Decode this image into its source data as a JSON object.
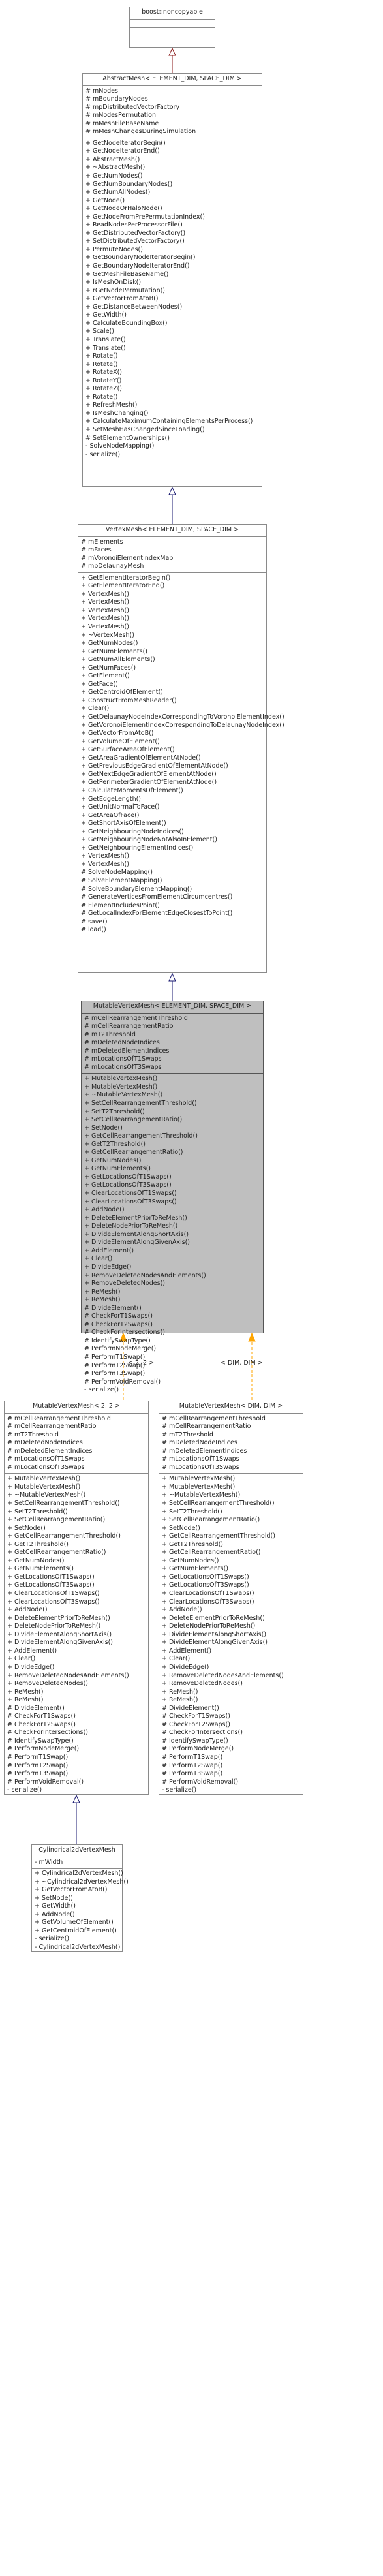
{
  "classes": {
    "noncopyable": {
      "title": "boost::noncopyable",
      "attributes": [],
      "methods": []
    },
    "abstract_mesh": {
      "title": "AbstractMesh< ELEMENT_DIM, SPACE_DIM >",
      "attributes": [
        "# mNodes",
        "# mBoundaryNodes",
        "# mpDistributedVectorFactory",
        "# mNodesPermutation",
        "# mMeshFileBaseName",
        "# mMeshChangesDuringSimulation"
      ],
      "methods": [
        "+ GetNodeIteratorBegin()",
        "+ GetNodeIteratorEnd()",
        "+ AbstractMesh()",
        "+ ~AbstractMesh()",
        "+ GetNumNodes()",
        "+ GetNumBoundaryNodes()",
        "+ GetNumAllNodes()",
        "+ GetNode()",
        "+ GetNodeOrHaloNode()",
        "+ GetNodeFromPrePermutationIndex()",
        "+ ReadNodesPerProcessorFile()",
        "+ GetDistributedVectorFactory()",
        "+ SetDistributedVectorFactory()",
        "+ PermuteNodes()",
        "+ GetBoundaryNodeIteratorBegin()",
        "+ GetBoundaryNodeIteratorEnd()",
        "+ GetMeshFileBaseName()",
        "+ IsMeshOnDisk()",
        "+ rGetNodePermutation()",
        "+ GetVectorFromAtoB()",
        "+ GetDistanceBetweenNodes()",
        "+ GetWidth()",
        "+ CalculateBoundingBox()",
        "+ Scale()",
        "+ Translate()",
        "+ Translate()",
        "+ Rotate()",
        "+ Rotate()",
        "+ RotateX()",
        "+ RotateY()",
        "+ RotateZ()",
        "+ Rotate()",
        "+ RefreshMesh()",
        "+ IsMeshChanging()",
        "+ CalculateMaximumContainingElementsPerProcess()",
        "+ SetMeshHasChangedSinceLoading()",
        "# SetElementOwnerships()",
        "- SolveNodeMapping()",
        "- serialize()"
      ]
    },
    "vertex_mesh": {
      "title": "VertexMesh< ELEMENT_DIM, SPACE_DIM >",
      "attributes": [
        "# mElements",
        "# mFaces",
        "# mVoronoiElementIndexMap",
        "# mpDelaunayMesh"
      ],
      "methods": [
        "+ GetElementIteratorBegin()",
        "+ GetElementIteratorEnd()",
        "+ VertexMesh()",
        "+ VertexMesh()",
        "+ VertexMesh()",
        "+ VertexMesh()",
        "+ VertexMesh()",
        "+ ~VertexMesh()",
        "+ GetNumNodes()",
        "+ GetNumElements()",
        "+ GetNumAllElements()",
        "+ GetNumFaces()",
        "+ GetElement()",
        "+ GetFace()",
        "+ GetCentroidOfElement()",
        "+ ConstructFromMeshReader()",
        "+ Clear()",
        "+ GetDelaunayNodeIndexCorrespondingToVoronoiElementIndex()",
        "+ GetVoronoiElementIndexCorrespondingToDelaunayNodeIndex()",
        "+ GetVectorFromAtoB()",
        "+ GetVolumeOfElement()",
        "+ GetSurfaceAreaOfElement()",
        "+ GetAreaGradientOfElementAtNode()",
        "+ GetPreviousEdgeGradientOfElementAtNode()",
        "+ GetNextEdgeGradientOfElementAtNode()",
        "+ GetPerimeterGradientOfElementAtNode()",
        "+ CalculateMomentsOfElement()",
        "+ GetEdgeLength()",
        "+ GetUnitNormalToFace()",
        "+ GetAreaOfFace()",
        "+ GetShortAxisOfElement()",
        "+ GetNeighbouringNodeIndices()",
        "+ GetNeighbouringNodeNotAlsoInElement()",
        "+ GetNeighbouringElementIndices()",
        "+ VertexMesh()",
        "+ VertexMesh()",
        "# SolveNodeMapping()",
        "# SolveElementMapping()",
        "# SolveBoundaryElementMapping()",
        "# GenerateVerticesFromElementCircumcentres()",
        "# ElementIncludesPoint()",
        "# GetLocalIndexForElementEdgeClosestToPoint()",
        "# save()",
        "# load()"
      ]
    },
    "mutable_vertex_mesh": {
      "title": "MutableVertexMesh< ELEMENT_DIM, SPACE_DIM >",
      "attributes": [
        "# mCellRearrangementThreshold",
        "# mCellRearrangementRatio",
        "# mT2Threshold",
        "# mDeletedNodeIndices",
        "# mDeletedElementIndices",
        "# mLocationsOfT1Swaps",
        "# mLocationsOfT3Swaps"
      ],
      "methods": [
        "+ MutableVertexMesh()",
        "+ MutableVertexMesh()",
        "+ ~MutableVertexMesh()",
        "+ SetCellRearrangementThreshold()",
        "+ SetT2Threshold()",
        "+ SetCellRearrangementRatio()",
        "+ SetNode()",
        "+ GetCellRearrangementThreshold()",
        "+ GetT2Threshold()",
        "+ GetCellRearrangementRatio()",
        "+ GetNumNodes()",
        "+ GetNumElements()",
        "+ GetLocationsOfT1Swaps()",
        "+ GetLocationsOfT3Swaps()",
        "+ ClearLocationsOfT1Swaps()",
        "+ ClearLocationsOfT3Swaps()",
        "+ AddNode()",
        "+ DeleteElementPriorToReMesh()",
        "+ DeleteNodePriorToReMesh()",
        "+ DivideElementAlongShortAxis()",
        "+ DivideElementAlongGivenAxis()",
        "+ AddElement()",
        "+ Clear()",
        "+ DivideEdge()",
        "+ RemoveDeletedNodesAndElements()",
        "+ RemoveDeletedNodes()",
        "+ ReMesh()",
        "+ ReMesh()",
        "# DivideElement()",
        "# CheckForT1Swaps()",
        "# CheckForT2Swaps()",
        "# CheckForIntersections()",
        "# IdentifySwapType()",
        "# PerformNodeMerge()",
        "# PerformT1Swap()",
        "# PerformT2Swap()",
        "# PerformT3Swap()",
        "# PerformVoidRemoval()",
        "- serialize()"
      ]
    },
    "mutable_vertex_mesh_22": {
      "title": "MutableVertexMesh< 2, 2 >",
      "attributes": [
        "# mCellRearrangementThreshold",
        "# mCellRearrangementRatio",
        "# mT2Threshold",
        "# mDeletedNodeIndices",
        "# mDeletedElementIndices",
        "# mLocationsOfT1Swaps",
        "# mLocationsOfT3Swaps"
      ],
      "methods": [
        "+ MutableVertexMesh()",
        "+ MutableVertexMesh()",
        "+ ~MutableVertexMesh()",
        "+ SetCellRearrangementThreshold()",
        "+ SetT2Threshold()",
        "+ SetCellRearrangementRatio()",
        "+ SetNode()",
        "+ GetCellRearrangementThreshold()",
        "+ GetT2Threshold()",
        "+ GetCellRearrangementRatio()",
        "+ GetNumNodes()",
        "+ GetNumElements()",
        "+ GetLocationsOfT1Swaps()",
        "+ GetLocationsOfT3Swaps()",
        "+ ClearLocationsOfT1Swaps()",
        "+ ClearLocationsOfT3Swaps()",
        "+ AddNode()",
        "+ DeleteElementPriorToReMesh()",
        "+ DeleteNodePriorToReMesh()",
        "+ DivideElementAlongShortAxis()",
        "+ DivideElementAlongGivenAxis()",
        "+ AddElement()",
        "+ Clear()",
        "+ DivideEdge()",
        "+ RemoveDeletedNodesAndElements()",
        "+ RemoveDeletedNodes()",
        "+ ReMesh()",
        "+ ReMesh()",
        "# DivideElement()",
        "# CheckForT1Swaps()",
        "# CheckForT2Swaps()",
        "# CheckForIntersections()",
        "# IdentifySwapType()",
        "# PerformNodeMerge()",
        "# PerformT1Swap()",
        "# PerformT2Swap()",
        "# PerformT3Swap()",
        "# PerformVoidRemoval()",
        "- serialize()"
      ]
    },
    "mutable_vertex_mesh_dimdim": {
      "title": "MutableVertexMesh< DIM, DIM >",
      "attributes": [
        "# mCellRearrangementThreshold",
        "# mCellRearrangementRatio",
        "# mT2Threshold",
        "# mDeletedNodeIndices",
        "# mDeletedElementIndices",
        "# mLocationsOfT1Swaps",
        "# mLocationsOfT3Swaps"
      ],
      "methods": [
        "+ MutableVertexMesh()",
        "+ MutableVertexMesh()",
        "+ ~MutableVertexMesh()",
        "+ SetCellRearrangementThreshold()",
        "+ SetT2Threshold()",
        "+ SetCellRearrangementRatio()",
        "+ SetNode()",
        "+ GetCellRearrangementThreshold()",
        "+ GetT2Threshold()",
        "+ GetCellRearrangementRatio()",
        "+ GetNumNodes()",
        "+ GetNumElements()",
        "+ GetLocationsOfT1Swaps()",
        "+ GetLocationsOfT3Swaps()",
        "+ ClearLocationsOfT1Swaps()",
        "+ ClearLocationsOfT3Swaps()",
        "+ AddNode()",
        "+ DeleteElementPriorToReMesh()",
        "+ DeleteNodePriorToReMesh()",
        "+ DivideElementAlongShortAxis()",
        "+ DivideElementAlongGivenAxis()",
        "+ AddElement()",
        "+ Clear()",
        "+ DivideEdge()",
        "+ RemoveDeletedNodesAndElements()",
        "+ RemoveDeletedNodes()",
        "+ ReMesh()",
        "+ ReMesh()",
        "# DivideElement()",
        "# CheckForT1Swaps()",
        "# CheckForT2Swaps()",
        "# CheckForIntersections()",
        "# IdentifySwapType()",
        "# PerformNodeMerge()",
        "# PerformT1Swap()",
        "# PerformT2Swap()",
        "# PerformT3Swap()",
        "# PerformVoidRemoval()",
        "- serialize()"
      ]
    },
    "cylindrical": {
      "title": "Cylindrical2dVertexMesh",
      "attributes": [
        "- mWidth"
      ],
      "methods": [
        "+ Cylindrical2dVertexMesh()",
        "+ ~Cylindrical2dVertexMesh()",
        "+ GetVectorFromAtoB()",
        "+ SetNode()",
        "+ GetWidth()",
        "+ AddNode()",
        "+ GetVolumeOfElement()",
        "+ GetCentroidOfElement()",
        "- serialize()",
        "- Cylindrical2dVertexMesh()"
      ]
    }
  },
  "template_labels": {
    "left": "< 2, 2 >",
    "right": "< DIM, DIM >"
  },
  "colors": {
    "inheritance": "#191970",
    "template_instance": "#ffa500",
    "private_inheritance": "#8b1a1a"
  }
}
